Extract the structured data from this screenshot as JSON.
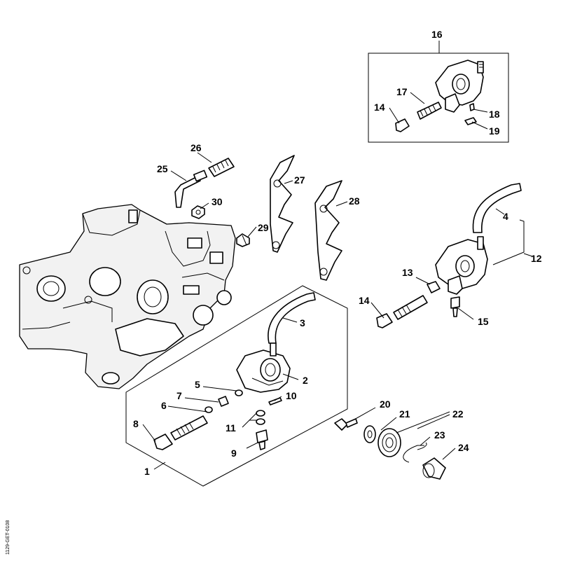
{
  "labels": {
    "p1": "1",
    "p2": "2",
    "p3": "3",
    "p4": "4",
    "p5": "5",
    "p6": "6",
    "p7": "7",
    "p8": "8",
    "p9": "9",
    "p10": "10",
    "p11": "11",
    "p12": "12",
    "p13": "13",
    "p14a": "14",
    "p14b": "14",
    "p15": "15",
    "p16": "16",
    "p17": "17",
    "p18": "18",
    "p19": "19",
    "p20": "20",
    "p21": "21",
    "p22": "22",
    "p23": "23",
    "p24": "24",
    "p25": "25",
    "p26": "26",
    "p27": "27",
    "p28": "28",
    "p29": "29",
    "p30": "30"
  },
  "side_code": "1129-GET-0108"
}
